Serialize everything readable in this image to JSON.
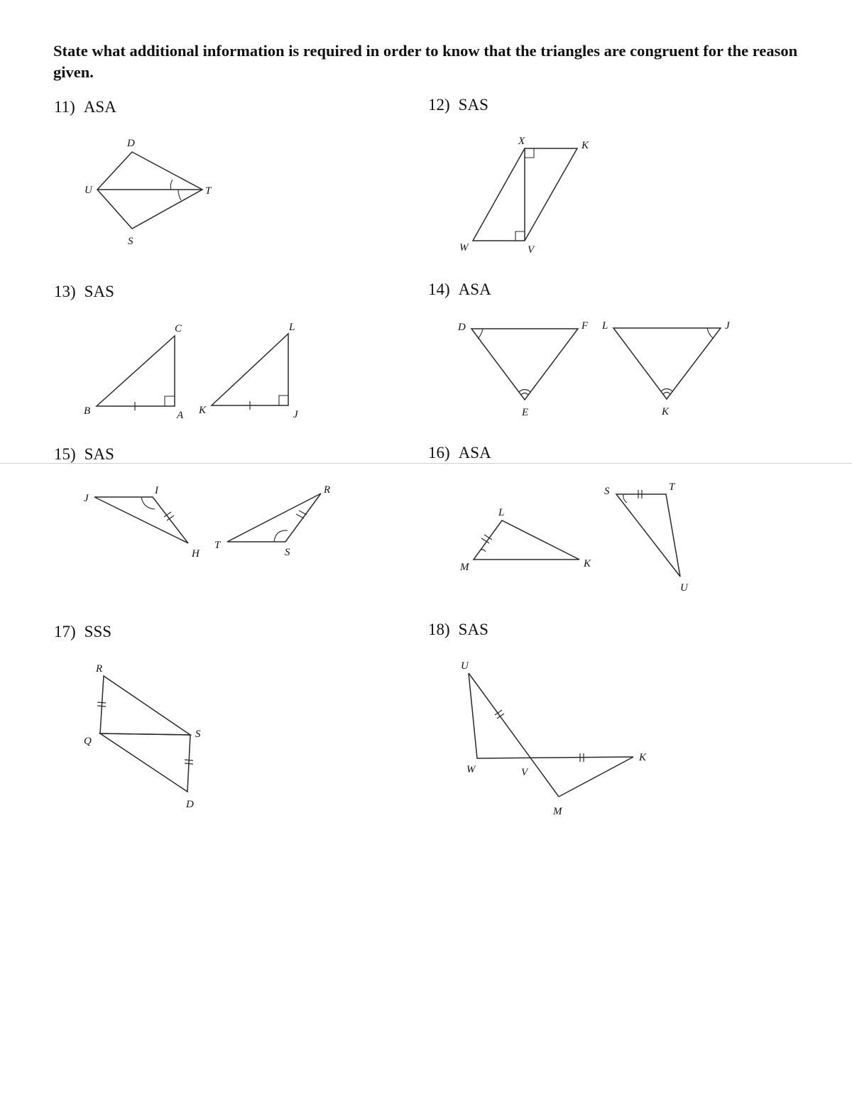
{
  "instructions": "State what additional information is required in order to know that the triangles are congruent for the reason given.",
  "problems": [
    {
      "number": "11)",
      "reason": "ASA",
      "vertices": [
        "D",
        "U",
        "T",
        "S"
      ]
    },
    {
      "number": "12)",
      "reason": "SAS",
      "vertices": [
        "X",
        "K",
        "W",
        "V"
      ]
    },
    {
      "number": "13)",
      "reason": "SAS",
      "vertices": [
        "C",
        "L",
        "B",
        "A",
        "K",
        "J"
      ]
    },
    {
      "number": "14)",
      "reason": "ASA",
      "vertices": [
        "D",
        "F",
        "L",
        "J",
        "E",
        "K"
      ]
    },
    {
      "number": "15)",
      "reason": "SAS",
      "vertices": [
        "J",
        "I",
        "R",
        "H",
        "T",
        "S"
      ]
    },
    {
      "number": "16)",
      "reason": "ASA",
      "vertices": [
        "S",
        "T",
        "L",
        "M",
        "K",
        "U"
      ]
    },
    {
      "number": "17)",
      "reason": "SSS",
      "vertices": [
        "R",
        "Q",
        "S",
        "D"
      ]
    },
    {
      "number": "18)",
      "reason": "SAS",
      "vertices": [
        "U",
        "W",
        "V",
        "K",
        "M"
      ]
    }
  ]
}
